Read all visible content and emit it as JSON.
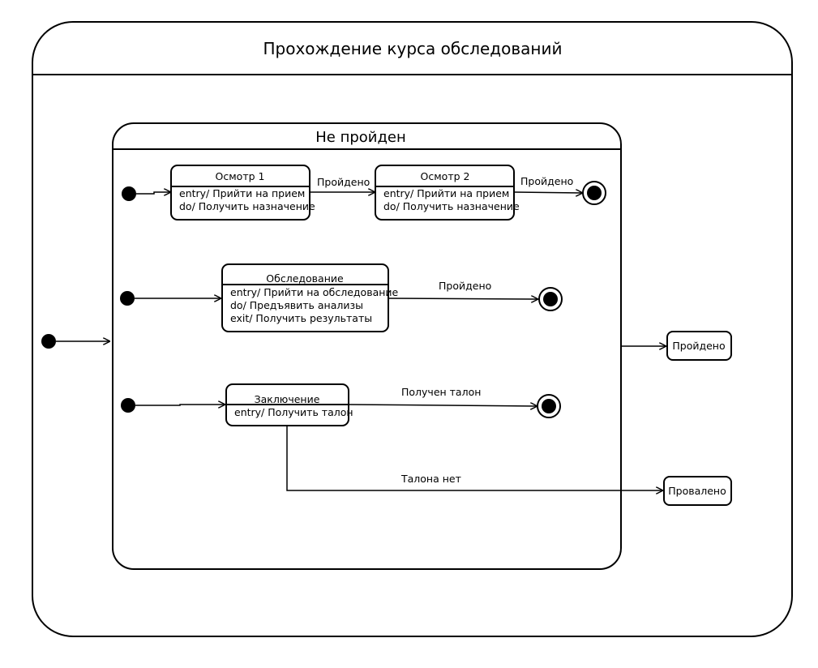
{
  "diagram": {
    "outer_state": {
      "title": "Прохождение курса обследований"
    },
    "composite_state": {
      "title": "Не пройден"
    },
    "states": {
      "osmotr1": {
        "name": "Осмотр 1",
        "lines": [
          "entry/ Прийти на прием",
          "do/ Получить назначение"
        ]
      },
      "osmotr2": {
        "name": "Осмотр 2",
        "lines": [
          "entry/ Прийти на прием",
          "do/ Получить назначение"
        ]
      },
      "obsledovanie": {
        "name": "Обследование",
        "lines": [
          "entry/ Прийти на обследование",
          "do/ Предъявить анализы",
          "exit/ Получить результаты"
        ]
      },
      "zaklyuchenie": {
        "name": "Заключение",
        "lines": [
          "entry/ Получить талон"
        ]
      },
      "proydeno": {
        "name": "Пройдено"
      },
      "provaleno": {
        "name": "Провалено"
      }
    },
    "transitions": {
      "t1": "Пройдено",
      "t2": "Пройдено",
      "t3": "Пройдено",
      "t4": "Получен талон",
      "t5": "Талона нет"
    }
  }
}
